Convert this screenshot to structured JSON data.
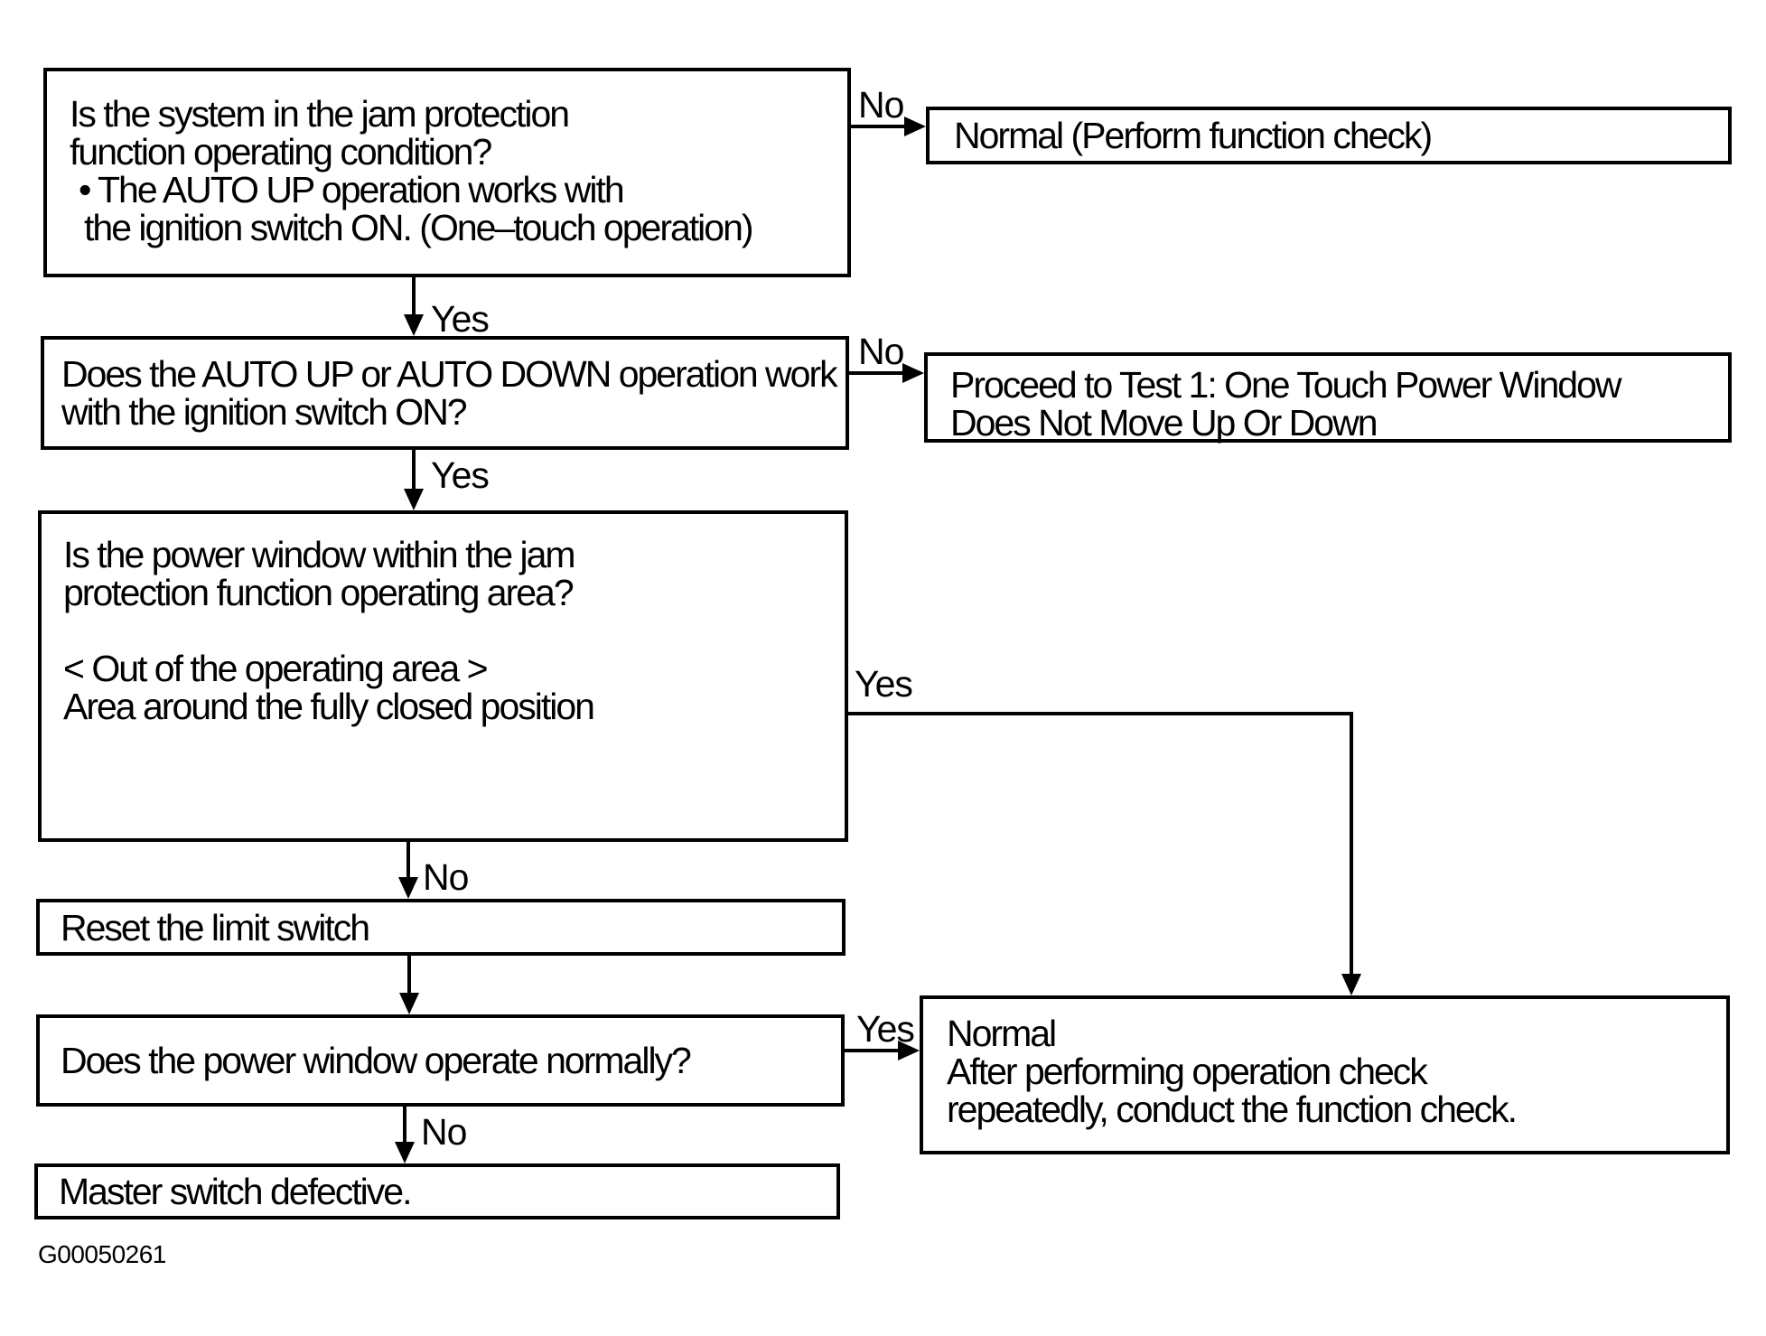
{
  "figure_id": "G00050261",
  "colors": {
    "ink": "#000000",
    "paper": "#ffffff"
  },
  "boxes": {
    "q1": {
      "lines": [
        "Is the system in the jam protection",
        "function operating condition?",
        "• The AUTO UP operation works with",
        "the ignition switch ON. (One–touch operation)"
      ]
    },
    "a1": {
      "lines": [
        "Normal (Perform function check)"
      ]
    },
    "q2": {
      "lines": [
        "Does the AUTO UP or AUTO DOWN operation work",
        "with the ignition switch ON?"
      ]
    },
    "a2": {
      "lines": [
        "Proceed to Test 1: One Touch Power Window",
        "Does Not Move Up Or Down"
      ]
    },
    "q3": {
      "lines": [
        "Is the power window within the jam",
        "protection function operating area?",
        "< Out of the operating area >",
        "Area around the fully closed position"
      ]
    },
    "p1": {
      "lines": [
        "Reset the limit switch"
      ]
    },
    "q4": {
      "lines": [
        "Does the power window operate normally?"
      ]
    },
    "a3": {
      "lines": [
        "Normal",
        "After performing operation check",
        "repeatedly, conduct the function check."
      ]
    },
    "d1": {
      "lines": [
        "Master switch defective."
      ]
    }
  },
  "labels": {
    "no_q1": "No",
    "yes_q1": "Yes",
    "no_q2": "No",
    "yes_q2": "Yes",
    "yes_q3": "Yes",
    "no_q3": "No",
    "yes_q4": "Yes",
    "no_q4": "No"
  }
}
